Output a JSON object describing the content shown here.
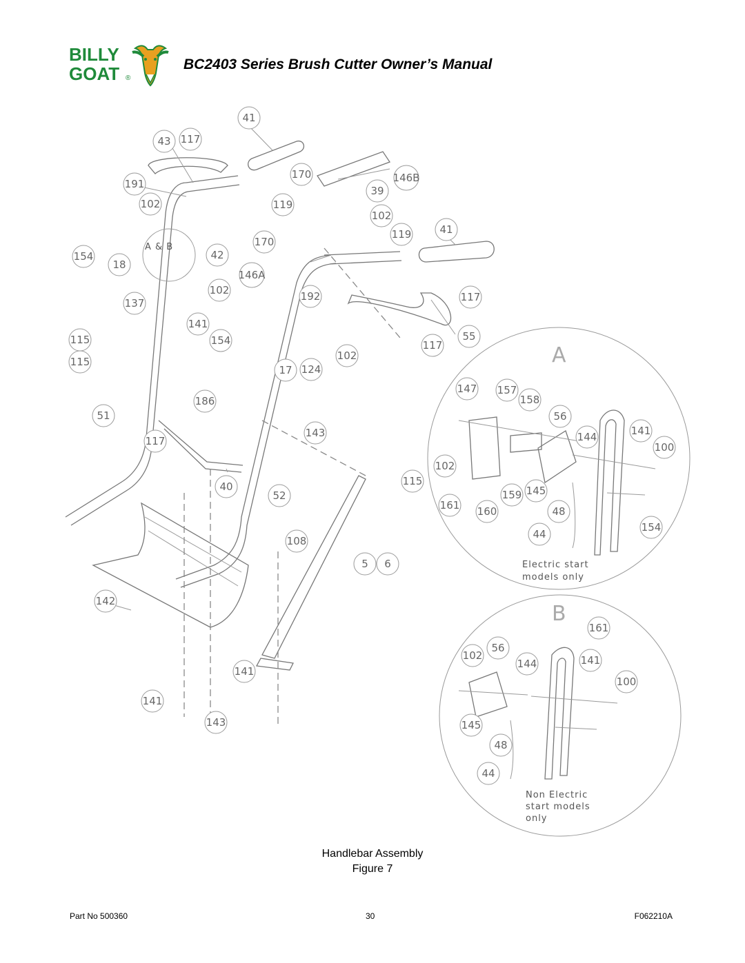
{
  "header": {
    "brand_line1": "BILLY",
    "brand_line2": "GOAT",
    "brand_mark": "®",
    "title": "BC2403 Series Brush Cutter Owner’s Manual"
  },
  "drawing": {
    "callouts": [
      {
        "id": "c41a",
        "text": "41"
      },
      {
        "id": "c43",
        "text": "43"
      },
      {
        "id": "c117a",
        "text": "117"
      },
      {
        "id": "c191",
        "text": "191"
      },
      {
        "id": "c170a",
        "text": "170"
      },
      {
        "id": "c146b",
        "text": "146B"
      },
      {
        "id": "c39",
        "text": "39"
      },
      {
        "id": "c102a",
        "text": "102"
      },
      {
        "id": "c119a",
        "text": "119"
      },
      {
        "id": "c102b",
        "text": "102"
      },
      {
        "id": "c119b",
        "text": "119"
      },
      {
        "id": "c41b",
        "text": "41"
      },
      {
        "id": "c154a",
        "text": "154"
      },
      {
        "id": "c170b",
        "text": "170"
      },
      {
        "id": "c42",
        "text": "42"
      },
      {
        "id": "c18",
        "text": "18"
      },
      {
        "id": "c146a",
        "text": "146A"
      },
      {
        "id": "c102c",
        "text": "102"
      },
      {
        "id": "c192",
        "text": "192"
      },
      {
        "id": "c117b",
        "text": "117"
      },
      {
        "id": "c137",
        "text": "137"
      },
      {
        "id": "c141a",
        "text": "141"
      },
      {
        "id": "c115a",
        "text": "115"
      },
      {
        "id": "c154b",
        "text": "154"
      },
      {
        "id": "c55",
        "text": "55"
      },
      {
        "id": "c117c",
        "text": "117"
      },
      {
        "id": "c102d",
        "text": "102"
      },
      {
        "id": "c115b",
        "text": "115"
      },
      {
        "id": "c17",
        "text": "17"
      },
      {
        "id": "c124",
        "text": "124"
      },
      {
        "id": "c186",
        "text": "186"
      },
      {
        "id": "c51",
        "text": "51"
      },
      {
        "id": "c143a",
        "text": "143"
      },
      {
        "id": "c117d",
        "text": "117"
      },
      {
        "id": "c40",
        "text": "40"
      },
      {
        "id": "c52",
        "text": "52"
      },
      {
        "id": "c115c",
        "text": "115"
      },
      {
        "id": "c108",
        "text": "108"
      },
      {
        "id": "c5",
        "text": "5"
      },
      {
        "id": "c6",
        "text": "6"
      },
      {
        "id": "c142",
        "text": "142"
      },
      {
        "id": "c141b",
        "text": "141"
      },
      {
        "id": "c141c",
        "text": "141"
      },
      {
        "id": "c143b",
        "text": "143"
      },
      {
        "id": "a147",
        "text": "147"
      },
      {
        "id": "a157",
        "text": "157"
      },
      {
        "id": "a158",
        "text": "158"
      },
      {
        "id": "a56",
        "text": "56"
      },
      {
        "id": "a144",
        "text": "144"
      },
      {
        "id": "a141",
        "text": "141"
      },
      {
        "id": "a100",
        "text": "100"
      },
      {
        "id": "a102",
        "text": "102"
      },
      {
        "id": "a145",
        "text": "145"
      },
      {
        "id": "a161",
        "text": "161"
      },
      {
        "id": "a159",
        "text": "159"
      },
      {
        "id": "a160",
        "text": "160"
      },
      {
        "id": "a48",
        "text": "48"
      },
      {
        "id": "a44",
        "text": "44"
      },
      {
        "id": "a154",
        "text": "154"
      },
      {
        "id": "b161",
        "text": "161"
      },
      {
        "id": "b102",
        "text": "102"
      },
      {
        "id": "b56",
        "text": "56"
      },
      {
        "id": "b144",
        "text": "144"
      },
      {
        "id": "b141",
        "text": "141"
      },
      {
        "id": "b100",
        "text": "100"
      },
      {
        "id": "b145",
        "text": "145"
      },
      {
        "id": "b48",
        "text": "48"
      },
      {
        "id": "b44",
        "text": "44"
      }
    ],
    "ab_label": "A & B",
    "detail_a": {
      "letter": "A",
      "note_line1": "Electric start",
      "note_line2": "models only"
    },
    "detail_b": {
      "letter": "B",
      "note_line1": "Non Electric",
      "note_line2": "start models",
      "note_line3": "only"
    }
  },
  "caption": {
    "title": "Handlebar Assembly",
    "figure": "Figure 7"
  },
  "footer": {
    "part_no": "Part No 500360",
    "page": "30",
    "code": "F062210A"
  },
  "colors": {
    "brand_green": "#1f8a3a",
    "brand_orange": "#e8a020"
  }
}
